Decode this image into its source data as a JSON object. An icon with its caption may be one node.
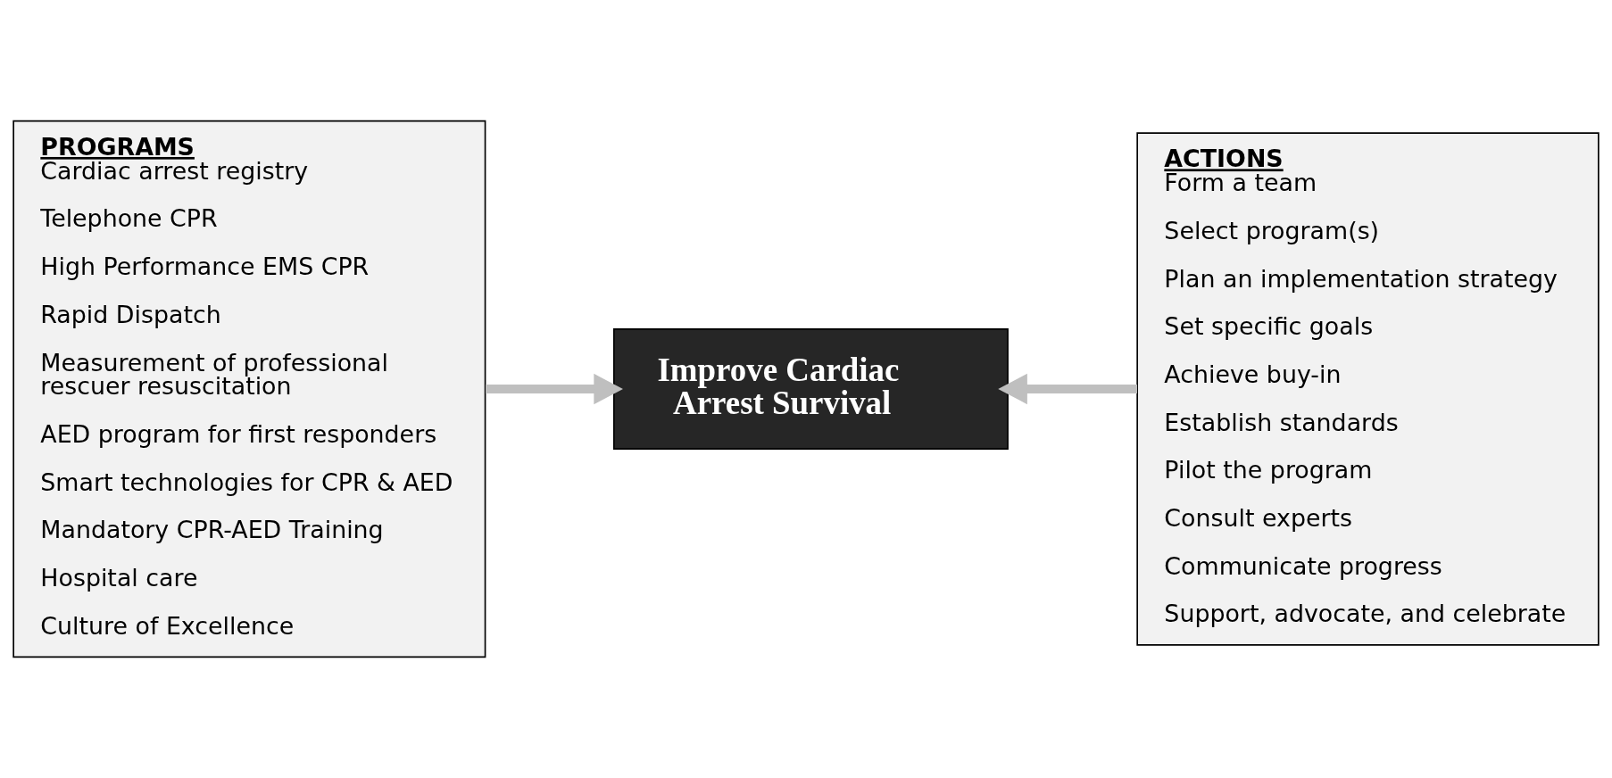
{
  "diagram": {
    "nodes": [
      {
        "text": [
          "PROGRAMS",
          "Cardiac arrest registry",
          "Telephone CPR",
          "High Performance EMS CPR",
          "Rapid Dispatch",
          "Measurement of professional rescuer resuscitation",
          "AED program for first responders",
          "Smart technologies for CPR & AED",
          "Mandatory CPR-AED Training",
          "Hospital care",
          "Culture of Excellence"
        ]
      },
      {
        "text": [
          "Improve Cardiac Arrest Survival"
        ]
      },
      {
        "text": [
          "ACTIONS",
          "Form a team",
          "Select program(s)",
          "Plan an implementation strategy",
          "Set specific goals",
          "Achieve buy-in",
          "Establish standards",
          "Pilot the program",
          "Consult experts",
          "Communicate progress",
          "Support, advocate, and celebrate"
        ]
      }
    ],
    "edges": [
      {
        "from": 0,
        "to": 1,
        "arrow": "to"
      },
      {
        "from": 2,
        "to": 1,
        "arrow": "to"
      }
    ]
  }
}
